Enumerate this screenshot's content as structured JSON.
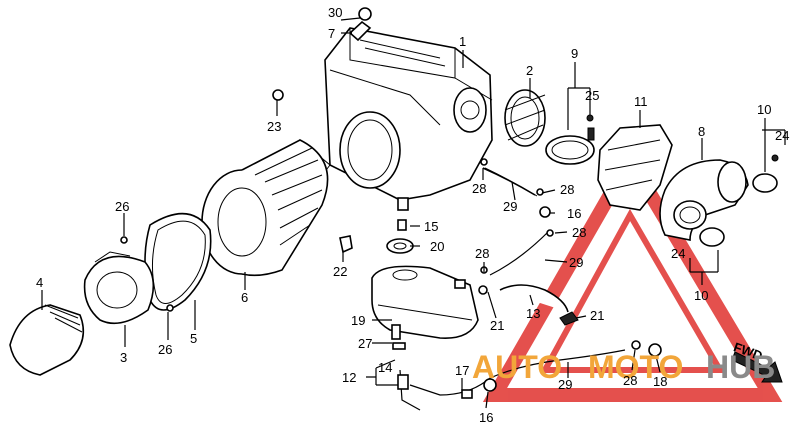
{
  "callouts": {
    "p1": "1",
    "p2": "2",
    "p4": "4",
    "p5": "5",
    "p6": "6",
    "p7": "7",
    "p8": "8",
    "p9": "9",
    "p10a": "10",
    "p10b": "10",
    "p11": "11",
    "p12": "12",
    "p13": "13",
    "p14": "14",
    "p15": "15",
    "p16a": "16",
    "p16b": "16",
    "p17": "17",
    "p18": "18",
    "p19": "19",
    "p20": "20",
    "p21a": "21",
    "p21b": "21",
    "p22": "22",
    "p23": "23",
    "p24a": "24",
    "p24b": "24",
    "p25": "25",
    "p26a": "26",
    "p26b": "26",
    "p27": "27",
    "p28a": "28",
    "p28b": "28",
    "p28c": "28",
    "p28d": "28",
    "p28e": "28",
    "p29a": "29",
    "p29b": "29",
    "p29c": "29",
    "p30": "30",
    "p3": "3"
  },
  "fwd_label": "FWD",
  "watermark": {
    "left": "AUTO",
    "mid": "MOTO",
    "right": "HUB",
    "color_red": "#e0322e",
    "color_orange": "#f2a63a",
    "color_gray": "#8a8a8a"
  }
}
